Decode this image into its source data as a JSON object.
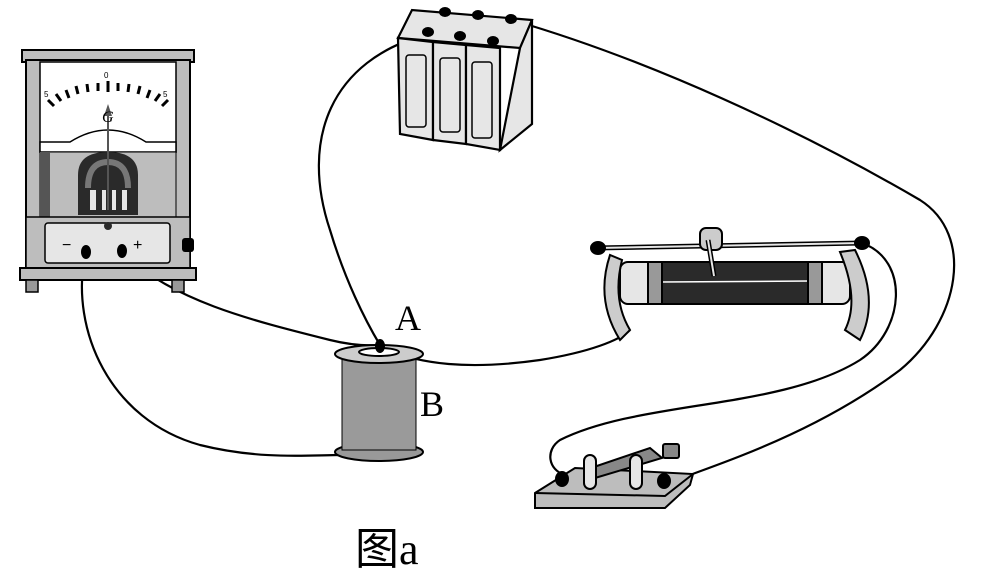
{
  "figure": {
    "caption": "图a",
    "labels": {
      "coil_top": "A",
      "coil_side": "B"
    },
    "galvanometer": {
      "symbol": "G",
      "scale_left": "5",
      "scale_center": "0",
      "scale_right": "5",
      "terminal_negative": "−",
      "terminal_positive": "+"
    },
    "components": [
      "galvanometer",
      "battery-pack",
      "sliding-rheostat",
      "coil",
      "switch"
    ],
    "colors": {
      "line": "#000000",
      "body_light": "#e6e6e6",
      "body_mid": "#bdbdbd",
      "body_dark": "#2a2a2a"
    }
  }
}
